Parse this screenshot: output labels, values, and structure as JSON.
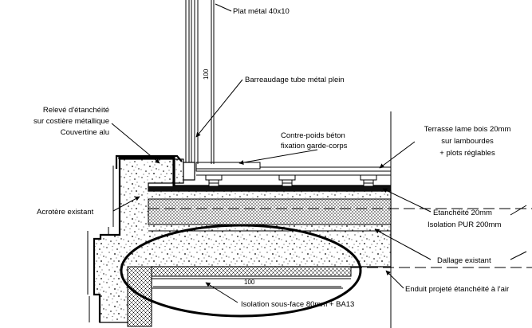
{
  "labels": {
    "plat_metal": "Plat métal 40x10",
    "barreaudage": "Barreaudage tube métal plein",
    "releve_1": "Relevé d'étanchéité",
    "releve_2": "sur costière métallique",
    "releve_3": "Couvertine alu",
    "contre_poids_1": "Contre-poids béton",
    "contre_poids_2": "fixation garde-corps",
    "terrasse_1": "Terrasse lame bois 20mm",
    "terrasse_2": "sur lambourdes",
    "terrasse_3": "+ plots réglables",
    "acrotere": "Acrotère existant",
    "etancheite": "Etanchéité 20mm",
    "isolation_pur": "Isolation PUR 200mm",
    "dallage": "Dallage existant",
    "enduit": "Enduit projeté étanchéité à l'air",
    "isolation_sous_face": "Isolation sous-face 80mm + BA13"
  },
  "dimensions": {
    "vertical_100": "100",
    "horizontal_100": "100"
  }
}
